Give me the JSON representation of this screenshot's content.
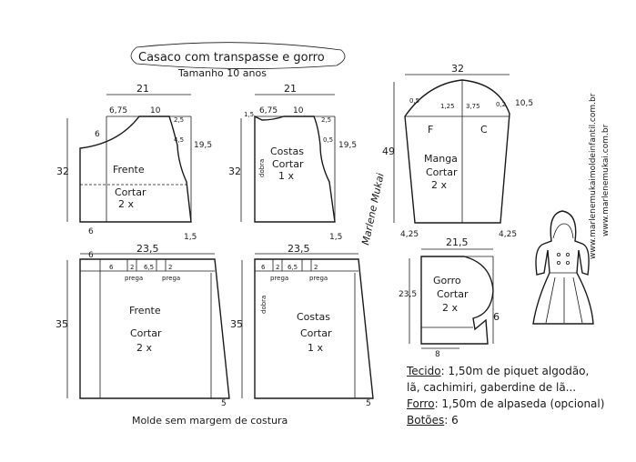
{
  "title": {
    "line1": "Casaco com transpasse e gorro",
    "line2": "Tamanho 10 anos"
  },
  "website": {
    "line1": "www.marlenemukaimoldeinfantil.com.br",
    "line2": "www.marlenemukai.com.br"
  },
  "signature": "Marlene Mukai",
  "bottom_note": "Molde sem margem de costura",
  "pieces": {
    "frente_bodice": {
      "name": "Frente",
      "cut": "Cortar",
      "count": "2 x",
      "width": "21",
      "height": "32",
      "neck_width": "6,75",
      "shoulder": "10",
      "neck_depth": "6",
      "bottom": "6",
      "m1": "2,5",
      "m2": "4,5",
      "armhole": "19,5",
      "hem": "1,5"
    },
    "costas_bodice": {
      "name": "Costas",
      "cut": "Cortar",
      "count": "1 x",
      "fold": "dobra",
      "width": "21",
      "height": "32",
      "neck_width": "6,75",
      "shoulder": "10",
      "m0": "1,5",
      "m1": "2,5",
      "m2": "0,5",
      "armhole": "19,5",
      "hem": "1,5"
    },
    "manga": {
      "name": "Manga",
      "cut": "Cortar",
      "count": "2 x",
      "width": "32",
      "length": "49",
      "f": "F",
      "c": "C",
      "a1": "0,5",
      "a2": "1,25",
      "a3": "3,75",
      "a4": "0,2",
      "a5": "10,5",
      "cuff_left": "4,25",
      "cuff_right": "4,25"
    },
    "frente_skirt": {
      "name": "Frente",
      "cut": "Cortar",
      "count": "2 x",
      "width": "23,5",
      "height": "35",
      "top_left": "6",
      "p1": "6",
      "p2": "2",
      "p3": "6,5",
      "p4": "2",
      "prega": "prega",
      "hem": "5"
    },
    "costas_skirt": {
      "name": "Costas",
      "cut": "Cortar",
      "count": "1 x",
      "fold": "dobra",
      "width": "23,5",
      "height": "35",
      "p1": "6",
      "p2": "2",
      "p3": "6,5",
      "p4": "2",
      "prega": "prega",
      "hem": "5"
    },
    "gorro": {
      "name": "Gorro",
      "cut": "Cortar",
      "count": "2 x",
      "width": "21,5",
      "height": "23,5",
      "bottom": "8",
      "tip": "6"
    }
  },
  "materials": {
    "tecido_label": "Tecido",
    "tecido_text": ": 1,50m de piquet algodão,",
    "tecido_text2": "lã, cachimiri, gaberdine de lã...",
    "forro_label": "Forro",
    "forro_text": ": 1,50m de alpaseda (opcional)",
    "botoes_label": "Botões",
    "botoes_text": ": 6"
  }
}
